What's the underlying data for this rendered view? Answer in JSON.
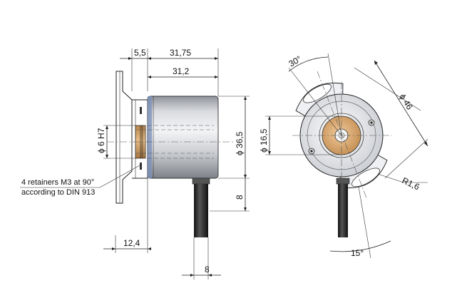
{
  "dimensions": {
    "flange_thickness": "5,5",
    "overall_length": "31,75",
    "body_length": "31,2",
    "shaft_diameter": "ϕ 6 H7",
    "body_diameter": "ϕ 36,5",
    "cable_offset": "8",
    "mount_depth": "12,4",
    "cable_diameter": "8",
    "angle_top": "30°",
    "flange_diameter": "ϕ 46",
    "hub_diameter": "ϕ 16,5",
    "slot_radius": "R1,6",
    "angle_bottom": "15°"
  },
  "note": {
    "line1": "4 retainers M3 at 90°",
    "line2": "according to DIN 913"
  },
  "colors": {
    "body_light": "#f2f3f5",
    "body_dark": "#8f939a",
    "hub": "#d9a46a",
    "cable": "#1a1a1a",
    "band": "#7b8fb8"
  }
}
